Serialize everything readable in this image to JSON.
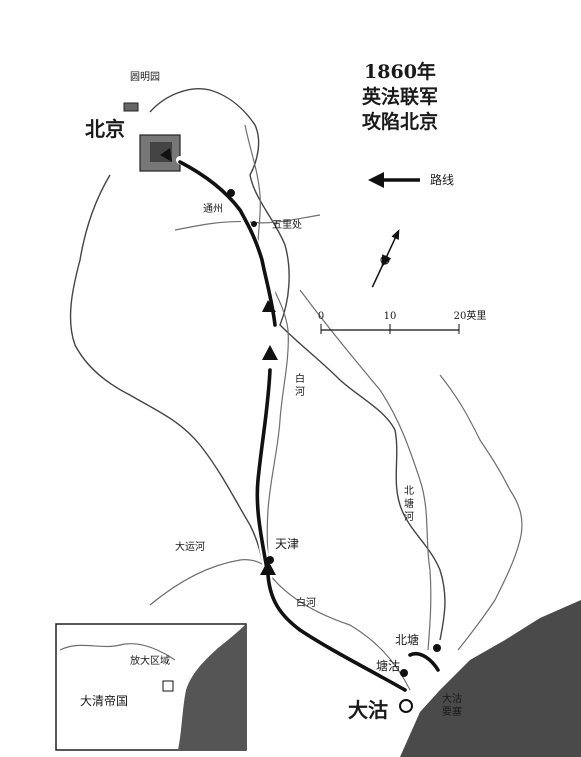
{
  "title": {
    "line1": "1860年",
    "line2": "英法联军",
    "line3": "攻陷北京"
  },
  "legend": {
    "route_label": "路线",
    "icon": "arrow-left-icon"
  },
  "scale_bar": {
    "ticks": [
      "0",
      "10",
      "20英里"
    ]
  },
  "compass": {
    "icon": "north-arrow-icon"
  },
  "places": {
    "beijing": "北京",
    "yuanmingyuan": "圆明园",
    "tongzhou": "通州",
    "wulichu": "五里处",
    "tianjin": "天津",
    "beitang": "北塘",
    "tanggu": "塘沽",
    "dagu": "大沽",
    "dagu_fort": "大沽\n要塞"
  },
  "rivers": {
    "baihe_upper": "白\n河",
    "baihe_lower": "白河",
    "beitanghe": "北\n塘\n河",
    "grand_canal": "大运河"
  },
  "inset": {
    "empire": "大清帝国",
    "zoom_area": "放大区域"
  },
  "colors": {
    "sea": "#4a4a4a",
    "land": "#ffffff",
    "route": "#111111"
  }
}
